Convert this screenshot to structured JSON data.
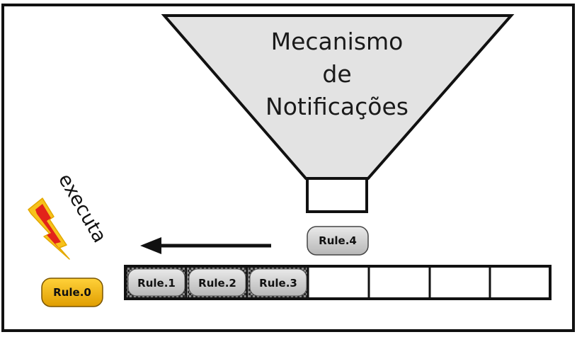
{
  "funnel": {
    "line1": "Mecanismo",
    "line2": "de",
    "line3": "Notificações"
  },
  "incoming_rule": "Rule.4",
  "queue": [
    "Rule.1",
    "Rule.2",
    "Rule.3",
    "",
    "",
    "",
    ""
  ],
  "executing_rule": "Rule.0",
  "execute_label": "executa",
  "colors": {
    "frame": "#111111",
    "funnel_fill": "#e3e3e3",
    "rule_pill": "#c8c8c8",
    "rule_active": "#f0b400",
    "lightning_outer": "#f7c21b",
    "lightning_inner": "#e2231a"
  },
  "icons": {
    "lightning": "lightning-icon",
    "arrow": "arrow-left-icon"
  }
}
